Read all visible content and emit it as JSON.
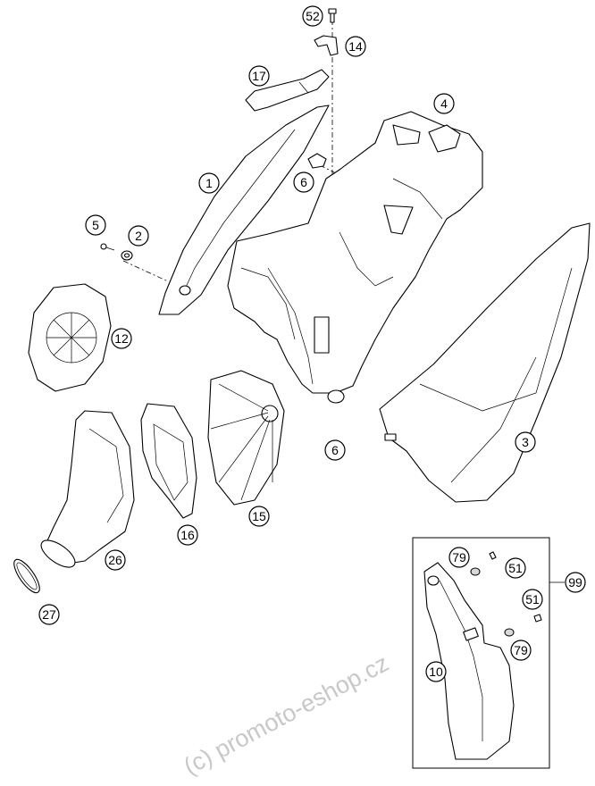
{
  "watermark": "(c) promoto-eshop.cz",
  "callouts": [
    {
      "id": "52",
      "text": "52"
    },
    {
      "id": "14",
      "text": "14"
    },
    {
      "id": "17",
      "text": "17"
    },
    {
      "id": "4",
      "text": "4"
    },
    {
      "id": "1",
      "text": "1"
    },
    {
      "id": "6a",
      "text": "6"
    },
    {
      "id": "5",
      "text": "5"
    },
    {
      "id": "2",
      "text": "2"
    },
    {
      "id": "12",
      "text": "12"
    },
    {
      "id": "6b",
      "text": "6"
    },
    {
      "id": "3",
      "text": "3"
    },
    {
      "id": "15",
      "text": "15"
    },
    {
      "id": "16",
      "text": "16"
    },
    {
      "id": "26",
      "text": "26"
    },
    {
      "id": "27",
      "text": "27"
    },
    {
      "id": "79a",
      "text": "79"
    },
    {
      "id": "51a",
      "text": "51"
    },
    {
      "id": "99",
      "text": "99"
    },
    {
      "id": "51b",
      "text": "51"
    },
    {
      "id": "79b",
      "text": "79"
    },
    {
      "id": "10",
      "text": "10"
    }
  ]
}
